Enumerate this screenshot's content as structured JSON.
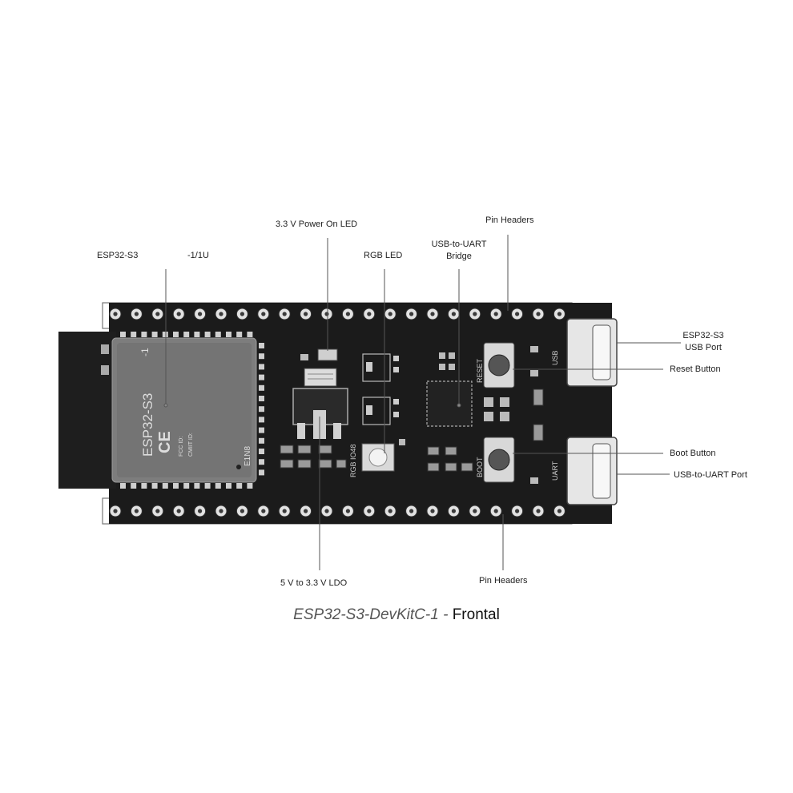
{
  "title": "ESP32-S3-DevKitC-1 -",
  "view": "Frontal",
  "labels": {
    "esp32_s3": "ESP32-S3",
    "variant": "-1/1U",
    "power_led": "3.3 V Power On LED",
    "rgb_led": "RGB LED",
    "usb_uart_bridge_1": "USB-to-UART",
    "usb_uart_bridge_2": "Bridge",
    "pin_headers_top": "Pin Headers",
    "usb_port_1": "ESP32-S3",
    "usb_port_2": "USB Port",
    "reset_button": "Reset Button",
    "boot_button": "Boot Button",
    "uart_port": "USB-to-UART Port",
    "ldo": "5 V to 3.3 V LDO",
    "pin_headers_bottom": "Pin Headers"
  },
  "silkscreen": {
    "module_name": "ESP32-S3",
    "module_suffix": "-1",
    "ce": "CE",
    "fcc": "FCC ID:",
    "cmiit": "CMIIT ID:",
    "model": "E1N8",
    "rgb": "RGB IO48",
    "reset": "RESET",
    "boot": "BOOT",
    "usb": "USB",
    "uart": "UART"
  },
  "colors": {
    "pcb": "#1b1b1b",
    "module": "#7a7a7a",
    "callout_line": "#555555",
    "text": "#222222"
  }
}
